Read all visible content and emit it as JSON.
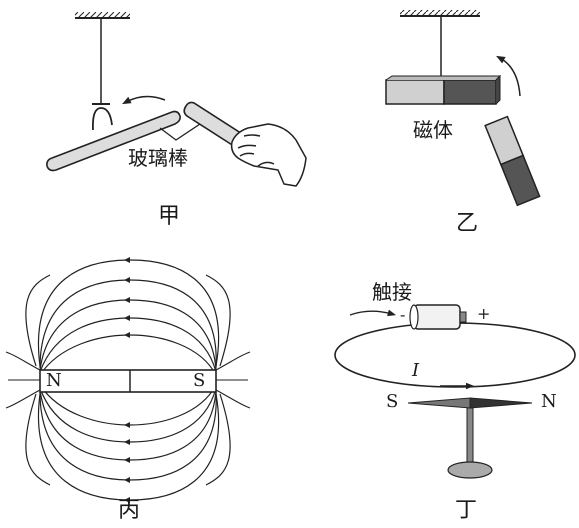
{
  "panels": {
    "jia": {
      "caption": "甲",
      "label": "玻璃棒"
    },
    "yi": {
      "caption": "乙",
      "label": "磁体"
    },
    "bing": {
      "caption": "丙",
      "pole_left": "N",
      "pole_right": "S"
    },
    "ding": {
      "caption": "丁",
      "label": "触接",
      "minus": "-",
      "plus": "+",
      "current": "I",
      "needle_left": "S",
      "needle_right": "N"
    }
  }
}
